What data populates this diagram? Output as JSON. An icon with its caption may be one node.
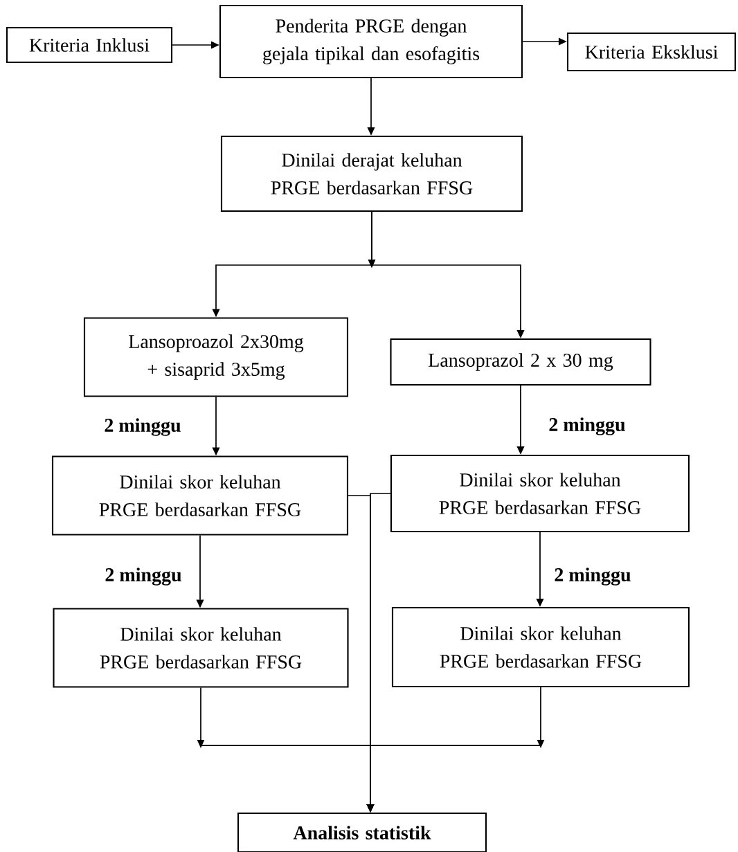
{
  "diagram": {
    "nodes": [
      {
        "text": [
          "Kriteria Inklusi"
        ]
      },
      {
        "text": [
          "Penderita PRGE dengan gejala tipikal dan esofagitis"
        ]
      },
      {
        "text": [
          "Kriteria Eksklusi"
        ]
      },
      {
        "text": [
          "Dinilai derajat keluhan PRGE berdasarkan FFSG"
        ]
      },
      {
        "text": [
          "Lansoproazol 2x30mg + sisaprid 3x5mg"
        ]
      },
      {
        "text": [
          "Lansoprazol 2 x 30 mg"
        ]
      },
      {
        "text": [
          "Dinilai skor keluhan PRGE berdasarkan FFSG"
        ]
      },
      {
        "text": [
          "Dinilai skor keluhan PRGE berdasarkan FFSG"
        ]
      },
      {
        "text": [
          "Dinilai skor keluhan PRGE berdasarkan FFSG"
        ]
      },
      {
        "text": [
          "Dinilai skor keluhan PRGE berdasarkan FFSG"
        ]
      },
      {
        "text": [
          "Analisis statistik"
        ]
      }
    ],
    "edges": [
      {
        "from": 0,
        "to": 1,
        "arrow": "to"
      },
      {
        "from": 1,
        "to": 2,
        "arrow": "to"
      },
      {
        "from": 1,
        "to": 3,
        "arrow": "to"
      },
      {
        "from": 3,
        "to": 4,
        "arrow": "to"
      },
      {
        "from": 3,
        "to": 5,
        "arrow": "to"
      },
      {
        "from": 4,
        "to": 6,
        "arrow": "to",
        "label": "2 minggu"
      },
      {
        "from": 5,
        "to": 7,
        "arrow": "to",
        "label": "2 minggu"
      },
      {
        "from": 6,
        "to": 8,
        "arrow": "to",
        "label": "2 minggu"
      },
      {
        "from": 7,
        "to": 9,
        "arrow": "to",
        "label": "2 minggu"
      },
      {
        "from": 6,
        "to": 10,
        "arrow": "to"
      },
      {
        "from": 7,
        "to": 10,
        "arrow": "to"
      },
      {
        "from": 8,
        "to": 10,
        "arrow": "to"
      },
      {
        "from": 9,
        "to": 10,
        "arrow": "to"
      }
    ]
  }
}
